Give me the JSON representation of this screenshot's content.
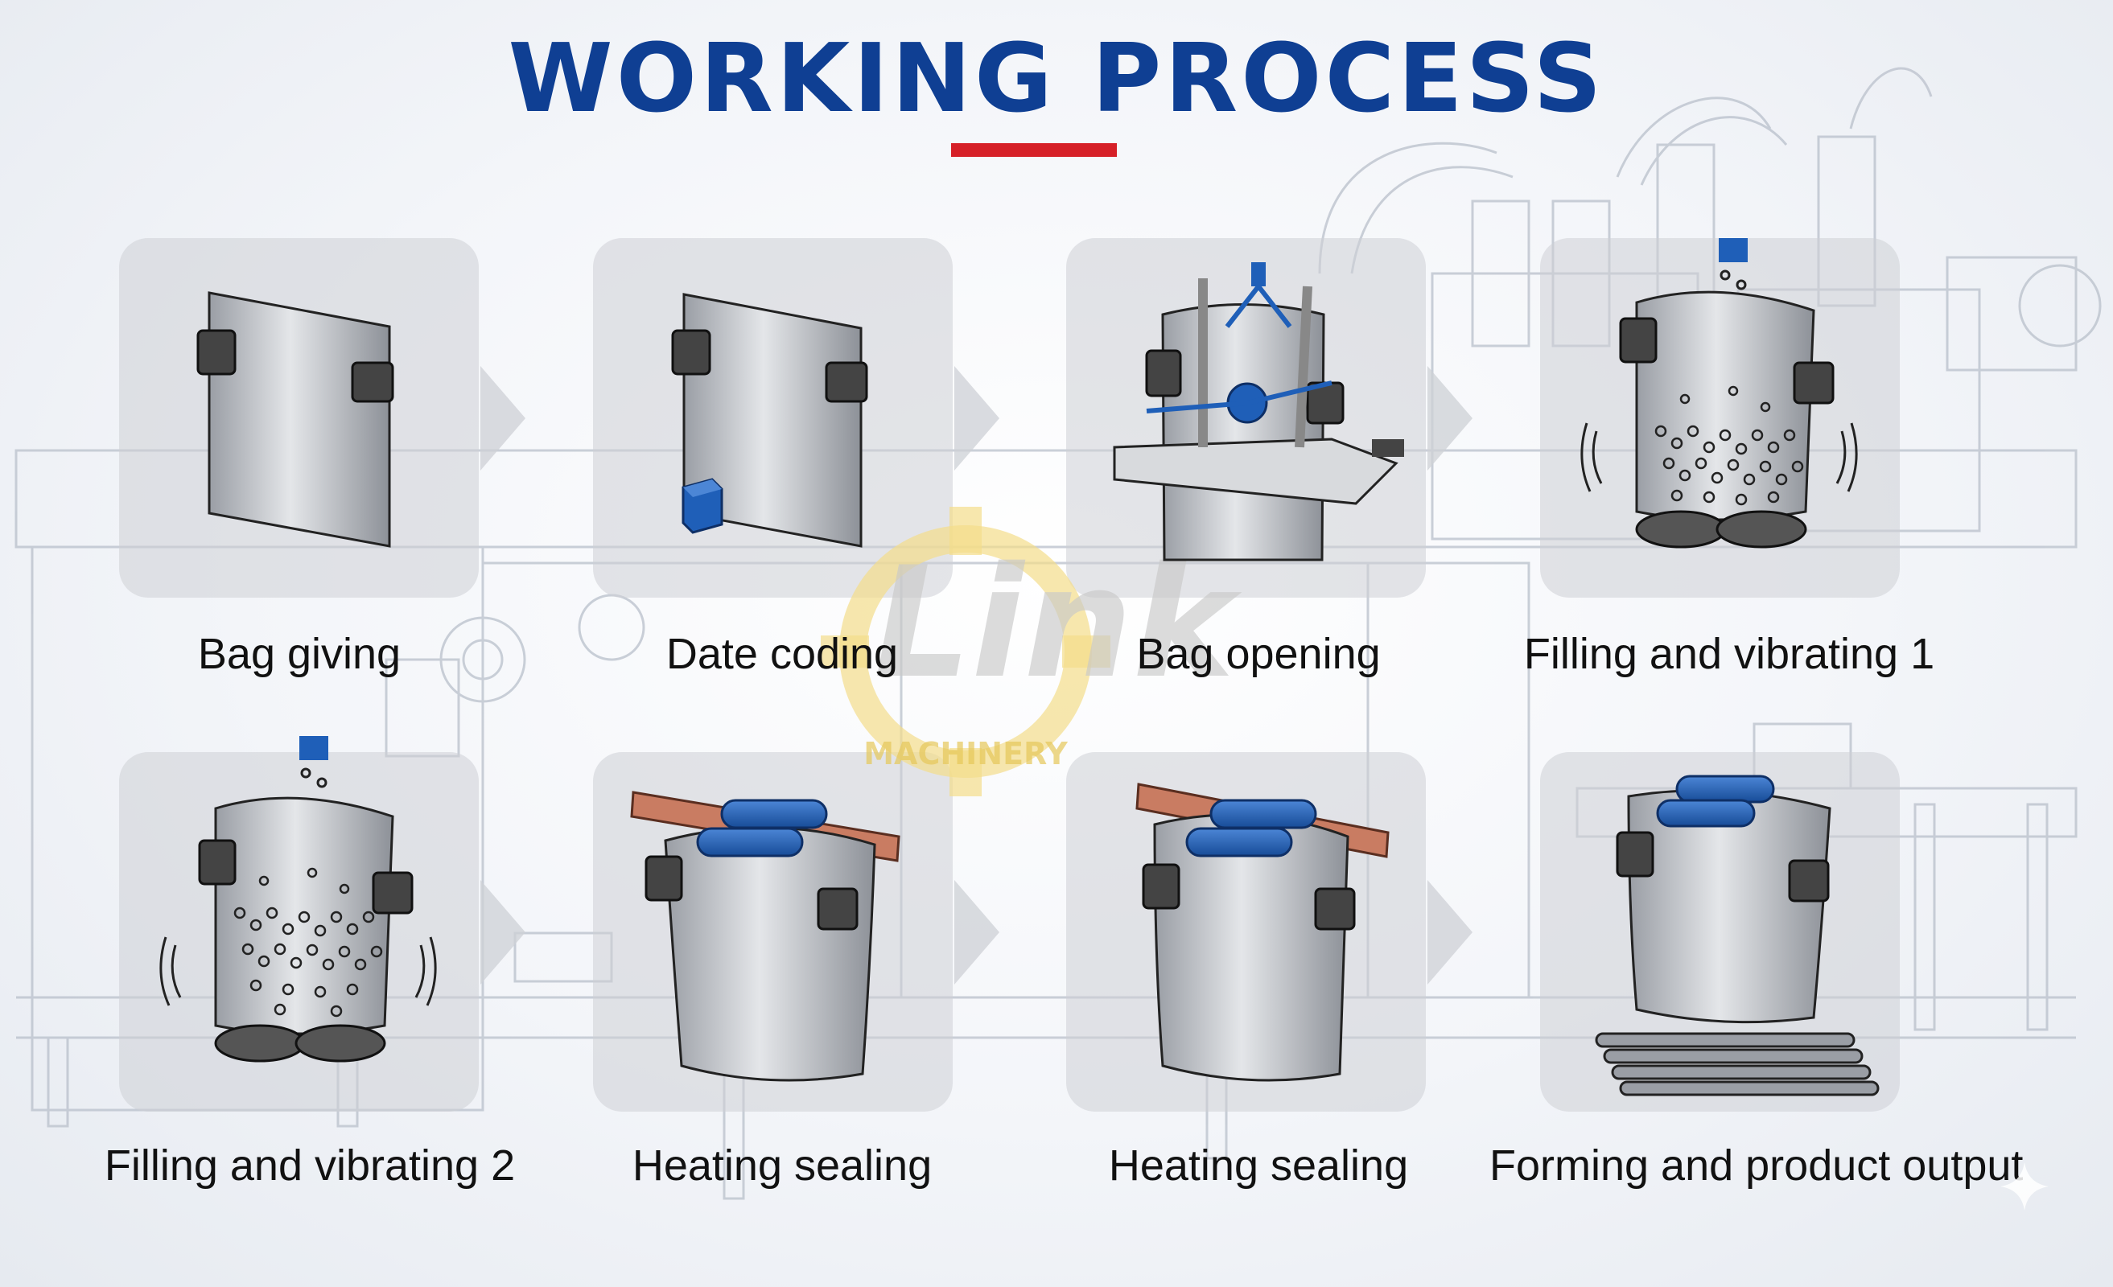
{
  "title": "WORKING PROCESS",
  "watermark": {
    "brand": "Link",
    "subtext": "MACHINERY"
  },
  "accent_colors": {
    "title_blue": "#0f3f93",
    "underline_red": "#d62027",
    "part_blue": "#1f5fb8",
    "heater_copper": "#c97c62",
    "watermark_yellow": "#f3dd8a"
  },
  "steps": [
    {
      "label": "Bag giving",
      "icon": "bag-giving-icon"
    },
    {
      "label": "Date coding",
      "icon": "date-coding-icon"
    },
    {
      "label": "Bag opening",
      "icon": "bag-opening-icon"
    },
    {
      "label": "Filling and vibrating 1",
      "icon": "filling-vibrating-icon"
    },
    {
      "label": "Filling and vibrating 2",
      "icon": "filling-vibrating-icon"
    },
    {
      "label": "Heating sealing",
      "icon": "heat-sealing-icon"
    },
    {
      "label": "Heating sealing",
      "icon": "heat-sealing-icon"
    },
    {
      "label": "Forming and product output",
      "icon": "product-output-icon"
    }
  ]
}
